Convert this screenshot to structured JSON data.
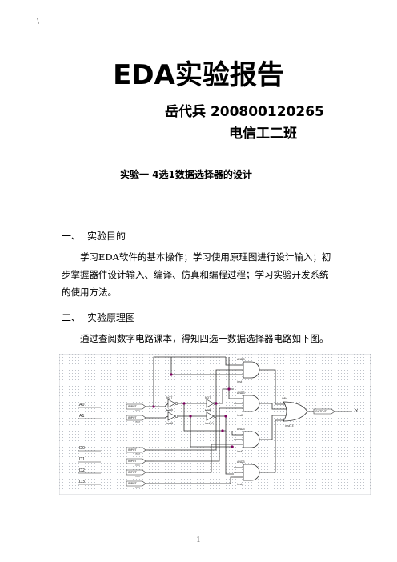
{
  "corner_mark": "\\",
  "title": "EDA实验报告",
  "author_line": "岳代兵 200800120265",
  "class_line": "电信工二班",
  "experiment_title": "实验一 4选1数据选择器的设计",
  "sections": [
    {
      "number": "一、",
      "heading": "实验目的",
      "text": "学习EDA软件的基本操作；学习使用原理图进行设计输入；初步掌握器件设计输入、编译、仿真和编程过程；学习实验开发系统的使用方法。"
    },
    {
      "number": "二、",
      "heading": "实验原理图",
      "text": "通过查阅数字电路课本，得知四选一数据选择器电路如下图。"
    }
  ],
  "circuit": {
    "inputs": [
      {
        "name": "A0",
        "type": "INPUT",
        "vcc": "VCC"
      },
      {
        "name": "A1",
        "type": "INPUT",
        "vcc": "VCC"
      },
      {
        "name": "D0",
        "type": "INPUT",
        "vcc": "VCC"
      },
      {
        "name": "D1",
        "type": "INPUT",
        "vcc": "VCC"
      },
      {
        "name": "D2",
        "type": "INPUT",
        "vcc": "VCC"
      },
      {
        "name": "D3",
        "type": "INPUT",
        "vcc": "VCC"
      }
    ],
    "inverters": [
      {
        "type": "NOT",
        "inst": "inst7"
      },
      {
        "type": "NOT",
        "inst": "inst8"
      },
      {
        "type": "NOT",
        "inst": "inst9"
      },
      {
        "type": "NOT",
        "inst": "inst10"
      }
    ],
    "and_gates": [
      {
        "type": "AND3",
        "inst": "inst"
      },
      {
        "type": "AND3",
        "inst": "inst2"
      },
      {
        "type": "AND3",
        "inst": "inst3"
      },
      {
        "type": "AND3",
        "inst": "inst4"
      }
    ],
    "or_gate": {
      "type": "OR4",
      "inst": "inst13"
    },
    "output": {
      "type": "OUTPUT",
      "name": "Y"
    }
  },
  "page_number": "1"
}
